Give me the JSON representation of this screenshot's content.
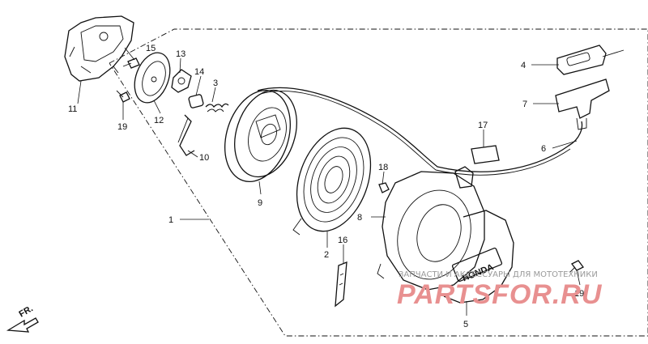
{
  "callouts": [
    {
      "id": "p1",
      "label": "1"
    },
    {
      "id": "p2",
      "label": "2"
    },
    {
      "id": "p3",
      "label": "3"
    },
    {
      "id": "p4",
      "label": "4"
    },
    {
      "id": "p5",
      "label": "5"
    },
    {
      "id": "p6",
      "label": "6"
    },
    {
      "id": "p7",
      "label": "7"
    },
    {
      "id": "p8",
      "label": "8"
    },
    {
      "id": "p9",
      "label": "9"
    },
    {
      "id": "p10",
      "label": "10"
    },
    {
      "id": "p11",
      "label": "11"
    },
    {
      "id": "p12",
      "label": "12"
    },
    {
      "id": "p13",
      "label": "13"
    },
    {
      "id": "p14",
      "label": "14"
    },
    {
      "id": "p15",
      "label": "15"
    },
    {
      "id": "p16",
      "label": "16"
    },
    {
      "id": "p17",
      "label": "17"
    },
    {
      "id": "p18",
      "label": "18"
    },
    {
      "id": "p19a",
      "label": "19"
    },
    {
      "id": "p19b",
      "label": "19"
    }
  ],
  "direction_label": "FR.",
  "emblem_text": "HONDA",
  "watermark": {
    "tagline": "ЗАПЧАСТИ И АКСЕССУАРЫ ДЛЯ МОТОТЕХНИКИ",
    "brand": "PARTSFOR.RU"
  }
}
